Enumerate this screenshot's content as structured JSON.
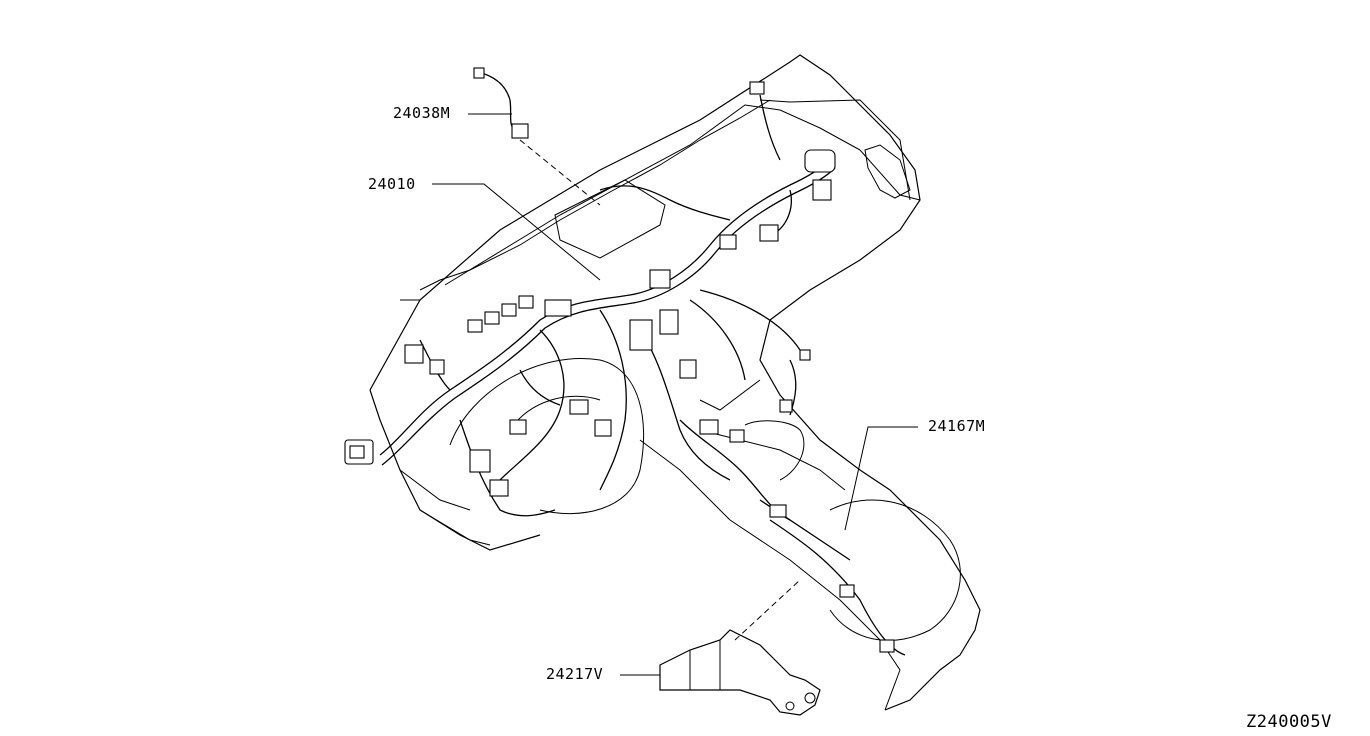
{
  "parts": [
    {
      "number": "24038M"
    },
    {
      "number": "24010"
    },
    {
      "number": "24167M"
    },
    {
      "number": "24217V"
    }
  ],
  "diagram_code": "Z240005V",
  "colors": {
    "line": "#000000",
    "background": "#ffffff"
  }
}
